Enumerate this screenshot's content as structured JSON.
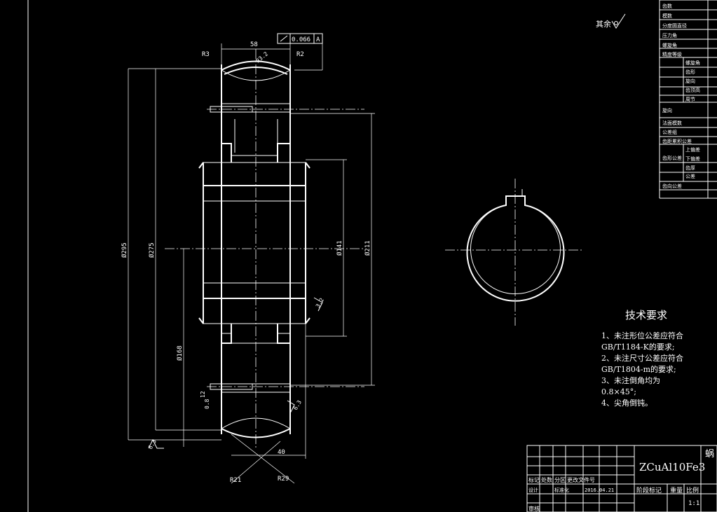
{
  "dims": {
    "r3_left": "R3",
    "width_58": "58",
    "tol_value": "0.066",
    "tol_ref": "A",
    "r3_groove": "R3.2",
    "r2_right": "R2",
    "d295": "Ø295",
    "d275": "Ø275",
    "d168": "Ø168",
    "d141": "Ø141",
    "d211": "Ø211",
    "ra_small": "3.2",
    "ra_left": "6.3",
    "ra_right": "6.3",
    "width_40": "40",
    "r21": "R21",
    "r29": "R29",
    "small_1": "0.8",
    "small_2": "12"
  },
  "roughness_note": "其余",
  "tech": {
    "heading": "技术要求",
    "lines": [
      "1、未注形位公差应符合",
      "GB/T1184-K的要求;",
      "2、未注尺寸公差应符合",
      "GB/T1804-m的要求;",
      "3、未注倒角均为",
      "0.8×45°;",
      "4、尖角倒钝。"
    ]
  },
  "param_table": {
    "rows": [
      "齿数",
      "模数",
      "分度圆直径",
      "压力角",
      "螺旋角",
      "精度等级",
      "旋向",
      "法面模数",
      "公差组",
      "齿距累积公差",
      "齿形公差",
      "齿向公差"
    ],
    "group_a": [
      "螺旋角",
      "齿形",
      "旋向",
      "齿顶高",
      "周节"
    ],
    "group_b": [
      "上偏差",
      "下偏差"
    ],
    "group_c": [
      "齿厚",
      "公差"
    ]
  },
  "title_block": {
    "material": "ZCuAl10Fe3",
    "drawing_name": "蜗",
    "row1": [
      "标记",
      "处数",
      "分区",
      "更改文件号"
    ],
    "row2": [
      "设计",
      "",
      "标准化",
      "2016.04.21"
    ],
    "row3": [
      "审核"
    ],
    "stage_label": "阶段标记",
    "weight_label": "重量",
    "scale_label": "比例",
    "scale_value": "1:1"
  }
}
